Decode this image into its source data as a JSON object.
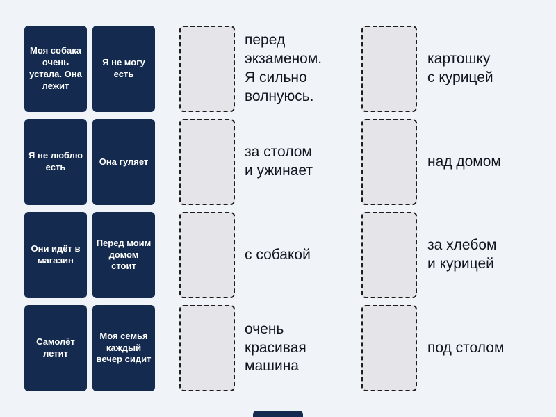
{
  "activity": {
    "type": "match-up-exercise",
    "language": "Russian"
  },
  "colors": {
    "background": "#f0f4f9",
    "card": "#142a4e",
    "card_text": "#ffffff",
    "dropzone_fill": "#e4e4e9",
    "dropzone_border": "#1d1d1d",
    "label_text": "#12151f"
  },
  "rows": [
    {
      "card1": "Моя собака очень устала. Она лежит",
      "card2": "Я не могу есть",
      "mid_label": "перед\nэкзаменом.\nЯ сильно\nволнуюсь.",
      "right_label": "картошку\nс курицей"
    },
    {
      "card1": "Я не люблю есть",
      "card2": "Она гуляет",
      "mid_label": "за столом\nи ужинает",
      "right_label": "над домом"
    },
    {
      "card1": "Они идёт в магазин",
      "card2": "Перед моим домом стоит",
      "mid_label": "с собакой",
      "right_label": "за хлебом\nи курицей"
    },
    {
      "card1": "Самолёт летит",
      "card2": "Моя семья каждый вечер сидит",
      "mid_label": "очень\nкрасивая\nмашина",
      "right_label": "под столом"
    }
  ]
}
